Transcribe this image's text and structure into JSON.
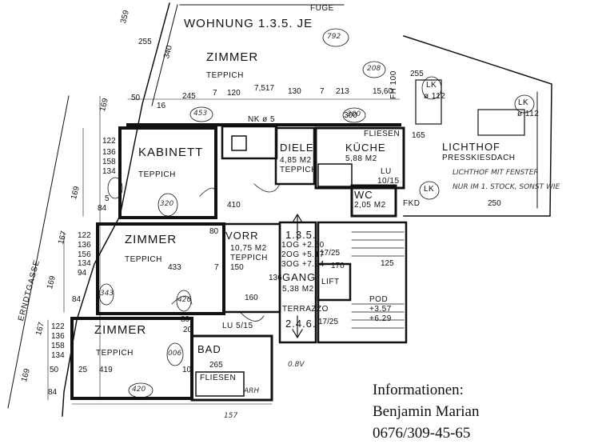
{
  "plan": {
    "header": "WOHNUNG 1.3.5. JE",
    "top_fuge": "FUGE",
    "rooms": {
      "zimmer_top": "ZIMMER",
      "zimmer_top_floor": "TEPPICH",
      "kabinett": "KABINETT",
      "kabinett_floor": "TEPPICH",
      "zimmer_mid": "ZIMMER",
      "zimmer_mid_floor": "TEPPICH",
      "zimmer_bottom": "ZIMMER",
      "zimmer_bottom_floor": "TEPPICH",
      "diele": "DIELE",
      "diele_area": "4,85 M2",
      "diele_floor": "TEPPICH",
      "kueche": "KÜCHE",
      "kueche_area": "5,88 M2",
      "vorraum": "VORR",
      "vorraum_area": "10,75 M2",
      "vorraum_floor": "TEPPICH",
      "wc": "WC",
      "wc_area": "2,05 M2",
      "bad": "BAD",
      "bad_floor": "FLIESEN",
      "gang": "GANG",
      "gang_area": "5,38 M2",
      "gang_floor": "TERRAZZO",
      "lift": "LIFT",
      "lichthof": "LICHTHOF",
      "lichthof_sub": "PRESSKIESDACH",
      "lichthof_note1": "LICHTHOF MIT FENSTER",
      "lichthof_note2": "NUR IM 1. STOCK, SONST WIE",
      "lk1": "LK",
      "lk1_val": "ø 112",
      "lk2": "LK",
      "lk2_val": "ø 112",
      "lk3": "LK",
      "nk": "NK ø 5",
      "fliesen": "FLIESEN",
      "lu": "LU",
      "lu_val": "10/15",
      "lu2": "LU 5/15",
      "apt_no_1": "1.3.5.",
      "apt_no_2": "2.4.6.",
      "og": "1OG +2.50",
      "og2": "2OG +5.17",
      "og3": "3OG +7.84",
      "podest": "POD",
      "podest_1": "+3.57",
      "podest_2": "+6.29",
      "street": "ERNDTGASSE",
      "fh": "FH 100",
      "fkd": "FKD"
    },
    "dimensions": {
      "d_359": "359",
      "d_255": "255",
      "d_340": "340",
      "d_169a": "169",
      "d_50a": "50",
      "d_16": "16",
      "d_245": "245",
      "d_7a": "7",
      "d_120": "120",
      "d_7517": "7,517",
      "d_130": "130",
      "d_7b": "7",
      "d_213": "213",
      "d_1560": "15,60",
      "d_255b": "255",
      "d_122a": "122",
      "d_136a": "136",
      "d_158": "158",
      "d_134": "134",
      "d_169b": "169",
      "d_84a": "84",
      "d_5": "5",
      "d_167a": "167",
      "d_122b": "122",
      "d_136b": "136",
      "d_156": "156",
      "d_134b": "134",
      "d_94": "94",
      "d_169c": "169",
      "d_84b": "84",
      "d_433": "433",
      "d_7c": "7",
      "d_160": "160",
      "d_150": "150",
      "d_80a": "80",
      "d_80b": "80",
      "d_167b": "167",
      "d_122c": "122",
      "d_136c": "136",
      "d_158b": "158",
      "d_134c": "134",
      "d_169d": "169",
      "d_50b": "50",
      "d_25": "25",
      "d_419": "419",
      "d_10": "10",
      "d_265": "265",
      "d_84c": "84",
      "d_20": "20",
      "d_170": "170",
      "d_136d": "136",
      "d_1725": "17/25",
      "d_1725b": "17/25",
      "d_410": "410",
      "d_125": "125",
      "d_250": "250",
      "d_300": "300",
      "d_165": "165"
    },
    "hand_notes": {
      "n1": "792",
      "n2": "208",
      "n3": "453",
      "n4": "300",
      "n5": "320",
      "n6": "343",
      "n7": "426",
      "n8": "006",
      "n9": "0.8V",
      "n10": "157",
      "n11": "420",
      "n12": "ARH"
    }
  },
  "info": {
    "heading": "Informationen:",
    "name": "Benjamin Marian",
    "phone": "0676/309-45-65"
  }
}
